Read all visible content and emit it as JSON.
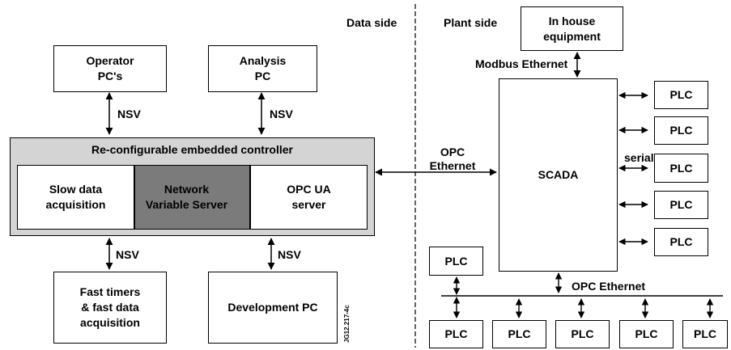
{
  "headers": {
    "data_side": "Data side",
    "plant_side": "Plant side"
  },
  "boxes": {
    "operator_pcs": "Operator\nPC's",
    "analysis_pc": "Analysis\nPC",
    "controller_title": "Re-configurable embedded controller",
    "slow_daq": "Slow data\nacquisition",
    "nvs_server": "Network\nVariable Server",
    "opcua_server": "OPC UA\nserver",
    "fast_timers": "Fast timers\n& fast data\nacquisition",
    "development_pc": "Development PC",
    "in_house": "In house\nequipment",
    "scada": "SCADA",
    "plc": "PLC"
  },
  "links": {
    "nsv": "NSV",
    "opc_ethernet": "OPC\nEthernet",
    "modbus": "Modbus Ethernet",
    "serial": "serial",
    "opc_ethernet_bus": "OPC Ethernet"
  },
  "figure_id": "JG12.217-4c",
  "colors": {
    "controller_bg": "#d4d4d4",
    "nvs_bg": "#7b7b7b",
    "line": "#000000"
  }
}
